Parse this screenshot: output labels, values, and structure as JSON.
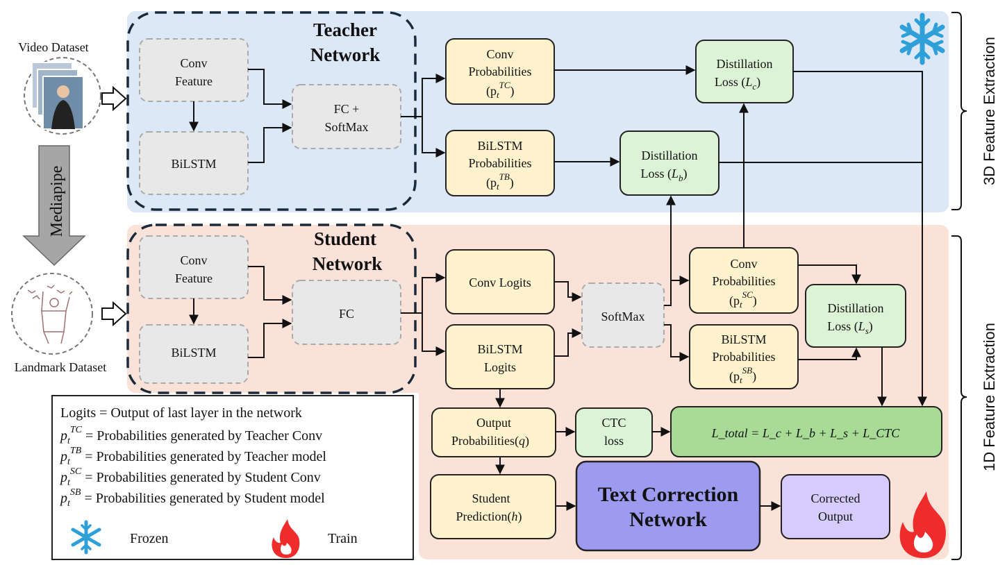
{
  "datasets": {
    "video": "Video Dataset",
    "landmark": "Landmark Dataset",
    "mediapipe": "Mediapipe"
  },
  "teacher": {
    "title_line1": "Teacher",
    "title_line2": "Network",
    "conv_feature": [
      "Conv",
      "Feature"
    ],
    "bilstm": "BiLSTM",
    "fc": [
      "FC +",
      "SoftMax"
    ],
    "conv_prob": [
      "Conv",
      "Probabilities"
    ],
    "conv_prob_sym": "(p",
    "conv_prob_sup": "TC",
    "bilstm_prob": [
      "BiLSTM",
      "Probabilities"
    ],
    "bilstm_prob_sup": "TB",
    "dist_c": [
      "Distillation",
      "Loss ("
    ],
    "dist_c_sub": "c",
    "dist_b": [
      "Distillation",
      "Loss ("
    ],
    "dist_b_sub": "b"
  },
  "student": {
    "title_line1": "Student",
    "title_line2": "Network",
    "conv_feature": [
      "Conv",
      "Feature"
    ],
    "bilstm": "BiLSTM",
    "fc": "FC",
    "conv_logits": "Conv Logits",
    "bilstm_logits": [
      "BiLSTM",
      "Logits"
    ],
    "softmax": "SoftMax",
    "conv_prob": [
      "Conv",
      "Probabilities"
    ],
    "conv_prob_sup": "SC",
    "bilstm_prob": [
      "BiLSTM",
      "Probabilities"
    ],
    "bilstm_prob_sup": "SB",
    "dist_s": [
      "Distillation",
      "Loss ("
    ],
    "dist_s_sub": "s",
    "output_prob": [
      "Output",
      "Probabilities("
    ],
    "output_prob_var": "q",
    "ctc": [
      "CTC",
      "loss"
    ],
    "total_loss": "L_total = L_c + L_b + L_s + L_CTC",
    "student_pred": [
      "Student",
      "Prediction("
    ],
    "student_pred_var": "h",
    "text_correction": [
      "Text Correction",
      "Network"
    ],
    "corrected": [
      "Corrected",
      "Output"
    ]
  },
  "side_labels": {
    "top": "3D Feature Extraction",
    "bottom": "1D Feature Extraction"
  },
  "legend": {
    "line1": "Logits = Output of last layer in the network",
    "line2": "= Probabilities generated by Teacher Conv",
    "line3": "= Probabilities generated by Teacher model",
    "line4": "= Probabilities generated by Student Conv",
    "line5": "= Probabilities generated by Student model",
    "sup2": "TC",
    "sup3": "TB",
    "sup4": "SC",
    "sup5": "SB",
    "frozen": "Frozen",
    "train": "Train"
  },
  "colors": {
    "teacher_bg": "#dce8f6",
    "student_bg": "#fbe2d8",
    "gray_box": "#e8e8e8",
    "yellow_box": "#fff2cc",
    "green_box": "#dcf3d6",
    "total_box": "#a8dc96",
    "tcn_box": "#9c9bf0",
    "out_box": "#d6ccfb",
    "snow": "#2f9fd8",
    "fire": "#ee2c2c"
  }
}
